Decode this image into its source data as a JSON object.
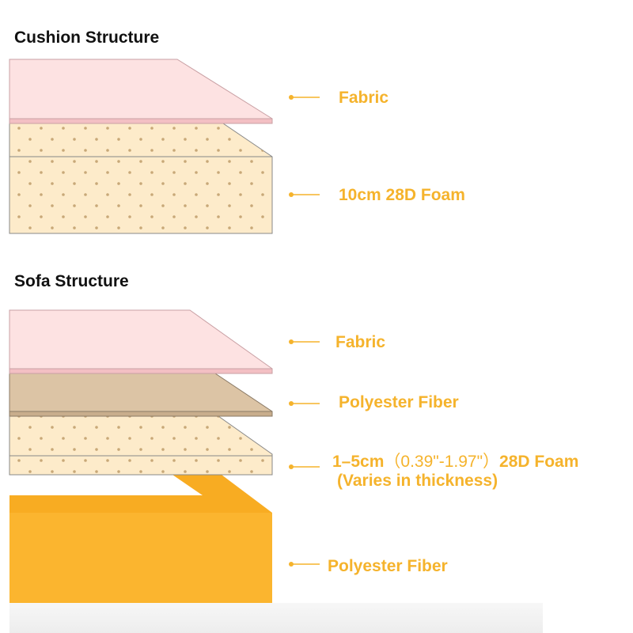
{
  "colors": {
    "fabric": "#fde2e2",
    "fabric_edge": "#e2a4a8",
    "foam": "#fdebca",
    "foam_dot": "#c8a878",
    "fiber_tan": "#dcc4a5",
    "fiber_orange": "#fbb52f",
    "label": "#f5b32c",
    "outline": "#7a7a7a",
    "heading": "#111111"
  },
  "cushion": {
    "title": "Cushion Structure",
    "layers": [
      {
        "name": "fabric",
        "label": "Fabric"
      },
      {
        "name": "foam",
        "label": "10cm 28D Foam"
      }
    ]
  },
  "sofa": {
    "title": "Sofa Structure",
    "layers": [
      {
        "name": "fabric",
        "label": "Fabric"
      },
      {
        "name": "polyester-fiber-top",
        "label": "Polyester Fiber"
      },
      {
        "name": "foam",
        "label_main": "1–5cm",
        "label_paren": "（0.39\"-1.97\"）",
        "label_tail": "28D Foam",
        "label_line2": "(Varies in thickness)"
      },
      {
        "name": "polyester-fiber-bottom",
        "label": "Polyester Fiber"
      }
    ]
  }
}
